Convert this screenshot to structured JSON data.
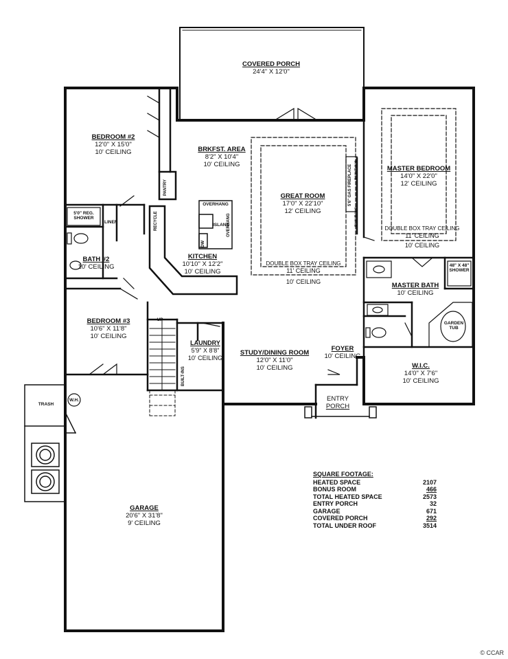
{
  "rooms": {
    "covered_porch": {
      "name": "COVERED PORCH",
      "dims": "24'4\" X 12'0\""
    },
    "bedroom2": {
      "name": "BEDROOM #2",
      "dims": "12'0\" X 15'0\"",
      "ceiling": "10' CEILING"
    },
    "brkfst": {
      "name": "BRKFST. AREA",
      "dims": "8'2\" X 10'4\"",
      "ceiling": "10' CEILING"
    },
    "great_room": {
      "name": "GREAT ROOM",
      "dims": "17'0\" X 22'10\"",
      "ceiling": "12' CEILING"
    },
    "great_room_tray": {
      "line1": "DOUBLE BOX TRAY CEILING",
      "line2": "11' CEILING",
      "line3": "10' CEILING"
    },
    "master_bedroom": {
      "name": "MASTER BEDROOM",
      "dims": "14'0\" X 22'0\"",
      "ceiling": "12' CEILING"
    },
    "master_tray": {
      "line1": "DOUBLE BOX TRAY CEILING",
      "line2": "11' CEILING",
      "line3": "10' CEILING"
    },
    "kitchen": {
      "name": "KITCHEN",
      "dims": "10'10\" X 12'2\"",
      "ceiling": "10' CEILING"
    },
    "bath2": {
      "name": "BATH #2",
      "ceiling": "10' CEILING"
    },
    "master_bath": {
      "name": "MASTER BATH",
      "ceiling": "10' CEILING"
    },
    "bedroom3": {
      "name": "BEDROOM #3",
      "dims": "10'6\" X 11'8\"",
      "ceiling": "10' CEILING"
    },
    "laundry": {
      "name": "LAUNDRY",
      "dims": "5'9\" X 8'8\"",
      "ceiling": "10' CEILING"
    },
    "study": {
      "name": "STUDY/DINING ROOM",
      "dims": "12'0\" X 11'0\"",
      "ceiling": "10' CEILING"
    },
    "foyer": {
      "name": "FOYER",
      "ceiling": "10' CEILING"
    },
    "wic": {
      "name": "W.I.C.",
      "dims": "14'0\" X 7'6\"",
      "ceiling": "10' CEILING"
    },
    "entry_porch": {
      "line1": "ENTRY",
      "line2": "PORCH"
    },
    "garage": {
      "name": "GARAGE",
      "dims": "20'6\" X 31'8\"",
      "ceiling": "9' CEILING"
    }
  },
  "small_labels": {
    "pantry": "PANTRY",
    "linen": "LINEN",
    "shower_5": "5'0\" REG.",
    "shower_5b": "SHOWER",
    "master_shower": "48\" X 48\"",
    "master_shower_b": "SHOWER",
    "garden_tub_a": "GARDEN",
    "garden_tub_b": "TUB",
    "overhang_top": "OVERHANG",
    "overhang_side": "OVERHANG",
    "island": "ISLAND",
    "dw": "DW",
    "fireplace": "5'6\" GAS FIREPLACE",
    "built_ins_1": "BUILT-INS",
    "built_ins_2": "BUILT-INS",
    "recycle": "RECYCLE",
    "trash": "TRASH",
    "wh": "W.H.",
    "up": "UP",
    "built_ins_laundry": "BUILT-INS"
  },
  "square_footage": {
    "title": "SQUARE FOOTAGE:",
    "rows": [
      {
        "label": "HEATED SPACE",
        "value": "2107"
      },
      {
        "label": "BONUS ROOM",
        "value": "466"
      },
      {
        "label": "TOTAL HEATED SPACE",
        "value": "2573"
      },
      {
        "label": "ENTRY PORCH",
        "value": "32"
      },
      {
        "label": "GARAGE",
        "value": "671"
      },
      {
        "label": "COVERED PORCH",
        "value": "292"
      },
      {
        "label": "TOTAL UNDER ROOF",
        "value": "3514"
      }
    ]
  },
  "watermark": "© CCAR"
}
